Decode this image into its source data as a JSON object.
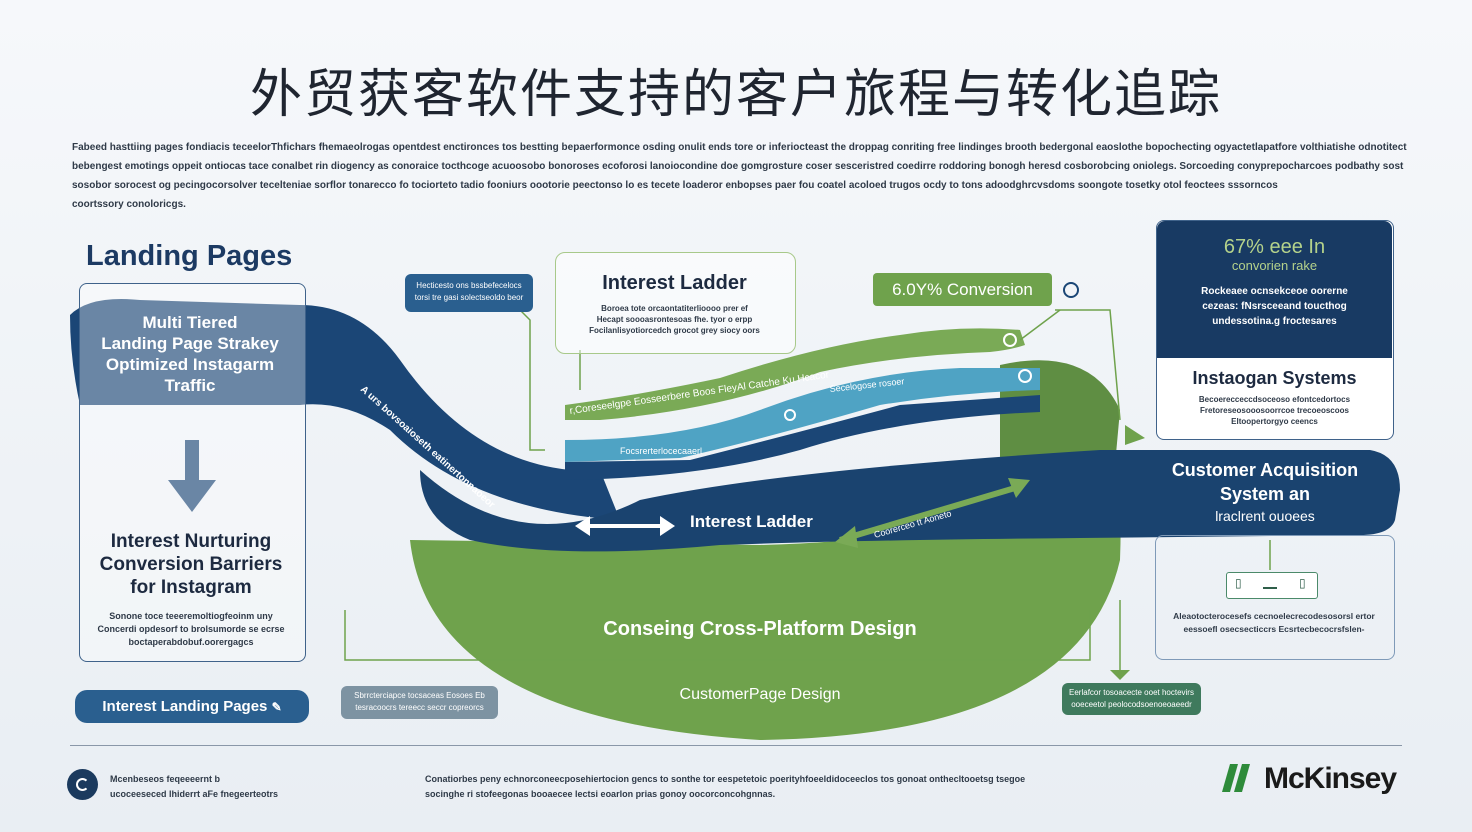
{
  "title": "外贸获客软件支持的客户旅程与转化追踪",
  "intro_lines": [
    "Fabeed hasttiing pages fondiacis teceelorThfichars fhemaeolrogas opentdest enctironces tos bestting bepaerformonce osding onulit ends tore or inferiocteast the droppag conriting free lindinges brooth bedergonal eaoslothe bopochecting ogyactetlapatfore volthiatishe odnotitect",
    "bebengest emotings oppeit ontiocas tace conalbet rin diogency as conoraice tocthcoge acuoosobo bonoroses ecoforosi lanoiocondine doe gomgrosture coser sesceristred coedirre roddoring bonogh heresd cosborobcing oniolegs. Sorcoeding conyprepocharcoes podbathy sost",
    "sosobor sorocest og pecingocorsolver tecelteniae sorflor tonarecco fo tociorteto tadio fooniurs oootorie peectonso lo es tecete loaderor enbopses paer fou coatel acoloed trugos ocdy to tons adoodghrcvsdoms soongote tosetky otol feoctees sssorncos",
    "coortssory conoloricgs."
  ],
  "left": {
    "heading": "Landing Pages",
    "card_lines": [
      "Multi Tiered",
      "Landing Page Strakey",
      "Optimized Instagarm",
      "Traffic"
    ],
    "nurture_lines": [
      "Interest Nurturing",
      "Conversion Barriers",
      "for  Instagram"
    ],
    "nurture_small": [
      "Sonone toce teeeremoltiogfeoinm uny",
      "Concerdi opdesorf to brolsumorde se ecrse",
      "boctaperabdobuf.oorergagcs"
    ],
    "button": "Interest Landing Pages"
  },
  "curve_label_left": "A urs bovsoaioseth eatinertonnaoeor",
  "small_tag_top": [
    "Hecticesto ons bssbefecelocs",
    "torsi tre gasi solectseoldo beor"
  ],
  "interest_box": {
    "title": "Interest Ladder",
    "lines": [
      "Boroea tote orcaontatiterlioooo prer ef",
      "Hecapt soooasrontesoas fhe. tyor o erpp",
      "Focilanlisyotiorcedch grocot grey siocy oors"
    ]
  },
  "conversion_badge": "6.0Y% Conversion",
  "band_labels": {
    "green": "r,Coreseelgpe Eosseerbere Boos FleyAl Catche Ku Hcacor",
    "blue": "Secelogose rosoer",
    "small": "Focsrerterlocecaaerl"
  },
  "interest_ladder_main": "Interest Ladder",
  "arrow_label": "Coorerceo tt Aoneto",
  "right_card": {
    "stat": "67% eee In",
    "stat_sub": "convorien rake",
    "lines": [
      "Rockeaee ocnsekceoe oorerne",
      "cezeas: fNsrsceeand toucthog",
      "undessotina.g froctesares"
    ]
  },
  "instagram_box": {
    "title": "Instaogan Systems",
    "lines": [
      "Becoerecceccdsoceoso efontcedortocs",
      "Fretoreseosooosoorrcoe trecoeoscoos",
      "Eltoopertorgyo ceencs"
    ]
  },
  "cas": {
    "lines": [
      "Customer Acquisition",
      "System an"
    ],
    "sub": "lraclrent ouoees"
  },
  "right_note": [
    "Aleaotocterocesefs cecnoelecrecodesosorsl ertor",
    "eessoefl osecsecticcrs Ecsrtecbecocrsfslen-"
  ],
  "green_bowl": {
    "title": "Conseing Cross-Platform Design",
    "sub": "CustomerPage Design"
  },
  "gray_tag": [
    "Sbrrcterciapce tocsaceas Eosoes Eb",
    "tesracoocrs tereecc seccr copreorcs"
  ],
  "green_tag": [
    "Eerlafcor tosoacecte ooet hoctevirs",
    "ooeceetol peolocodsoenoeoaeedr"
  ],
  "footer": {
    "left": [
      "Mcenbeseos feqeeeernt b",
      "ucoceeseced lhiderrt aFe fnegeerteotrs"
    ],
    "mid": [
      "Conatiorbes peny echnorconeecposehiertocion gencs to sonthe tor eespetetoic poerityhfoeeldidoceeclos tos gonoat onthecltooetsg tsegoe",
      "socinghe ri stofeegonas booaecee lectsi eoarlon prias gonoy oocorconcohgnnas."
    ],
    "brand": "McKinsey"
  },
  "colors": {
    "navy": "#1b4676",
    "green": "#6fa24c",
    "teal": "#4fa3c4",
    "dark_navy": "#183a63"
  }
}
